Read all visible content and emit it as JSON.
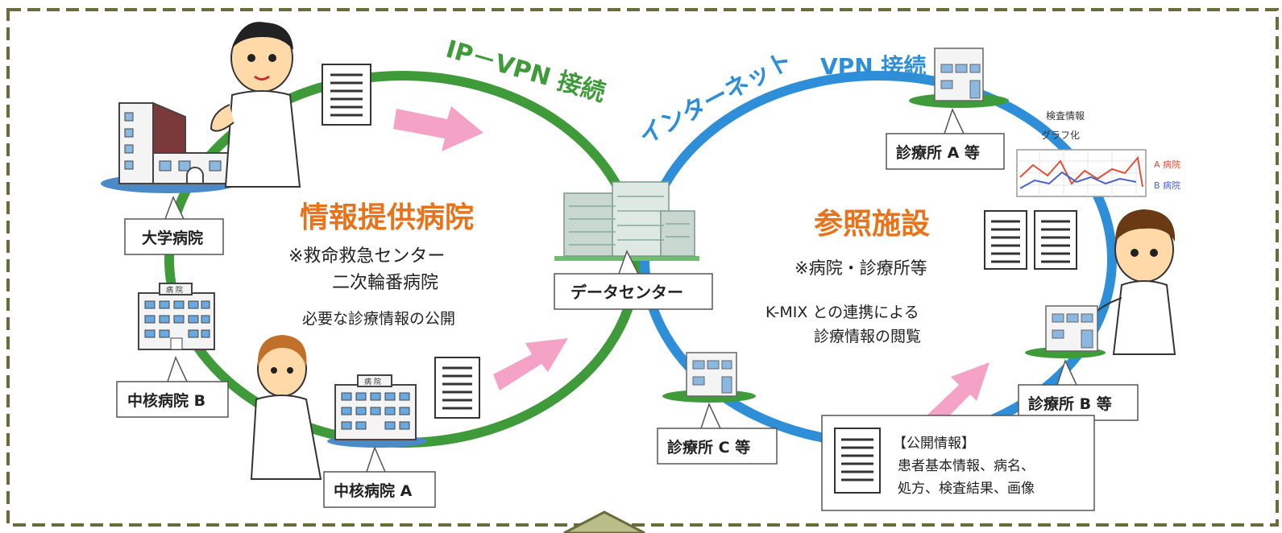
{
  "network_labels": {
    "ip_vpn": "IP－VPN 接続",
    "internet": "インターネット",
    "vpn": "VPN 接続"
  },
  "provider": {
    "title": "情報提供病院",
    "note_line1": "※救命救急センター",
    "note_line2": "二次輪番病院",
    "caption": "必要な診療情報の公開"
  },
  "reference": {
    "title": "参照施設",
    "note": "※病院・診療所等",
    "caption_line1": "K-MIX との連携による",
    "caption_line2": "診療情報の閲覧"
  },
  "nodes": {
    "university": "大学病院",
    "core_b": "中核病院 B",
    "core_a": "中核病院 A",
    "datacenter": "データセンター",
    "clinic_a": "診療所 A 等",
    "clinic_b": "診療所 B 等",
    "clinic_c": "診療所 C 等"
  },
  "graph": {
    "title_line1": "検査情報",
    "title_line2": "グラフ化",
    "legend_a": "A 病院",
    "legend_b": "B 病院"
  },
  "hospital_sign": "病 院",
  "public_info": {
    "heading": "【公開情報】",
    "line1": "患者基本情報、病名、",
    "line2": "処方、検査結果、画像"
  },
  "colors": {
    "frame": "#6b6b3a",
    "green_ring": "#3f9a3a",
    "blue_ring": "#2e8fd8",
    "title_orange": "#e8731a",
    "arrow_pink": "#f4a3c6",
    "graph_a": "#e0503a",
    "graph_b": "#4a63c8"
  }
}
